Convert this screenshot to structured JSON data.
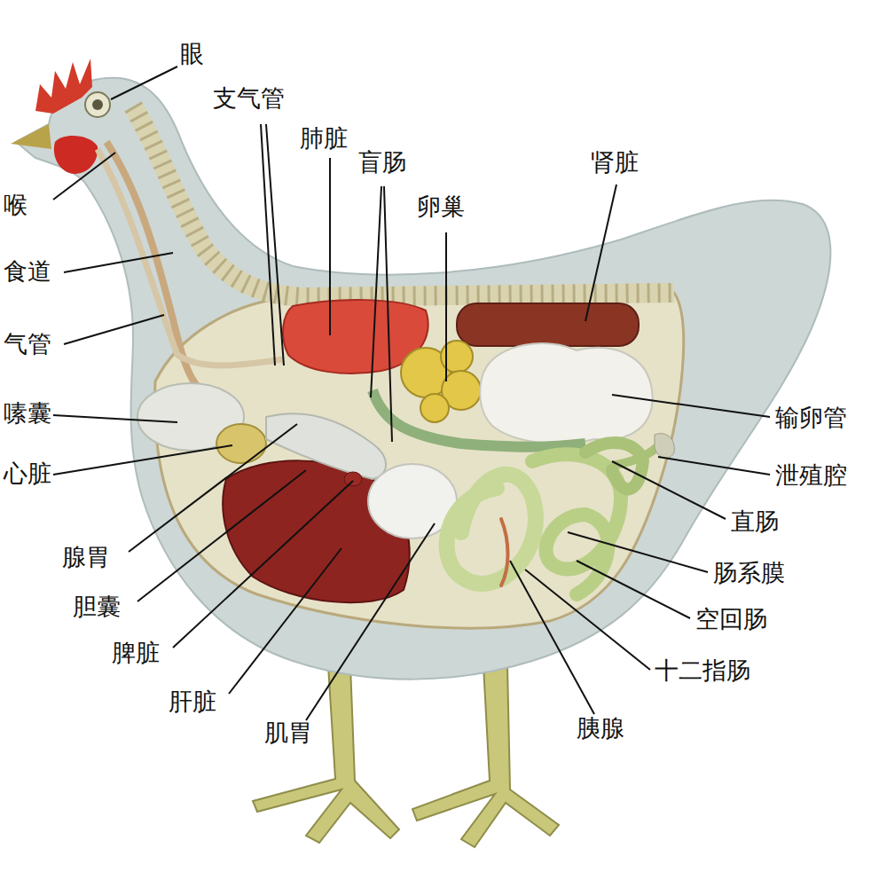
{
  "diagram": {
    "labels": [
      "眼",
      "支气管",
      "肺脏",
      "盲肠",
      "卵巢",
      "肾脏",
      "喉",
      "食道",
      "气管",
      "嗉囊",
      "心脏",
      "腺胃",
      "胆囊",
      "脾脏",
      "肝脏",
      "肌胃",
      "胰腺",
      "十二指肠",
      "空回肠",
      "肠系膜",
      "直肠",
      "泄殖腔",
      "输卵管"
    ]
  }
}
